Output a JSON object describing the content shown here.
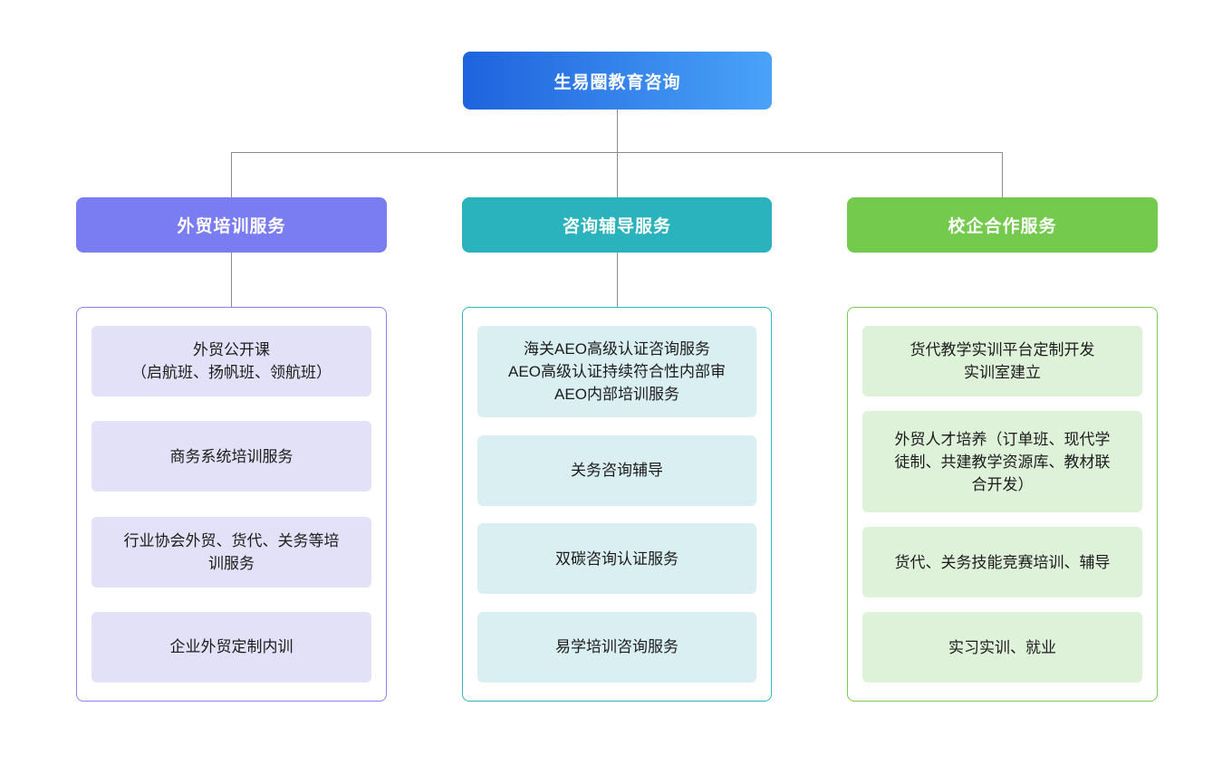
{
  "diagram": {
    "root": {
      "label": "生易圈教育咨询",
      "color_left": "#1e63dd",
      "color_right": "#4aa2f8",
      "text_color": "#ffffff"
    },
    "connector_color": "#878d97",
    "branches": [
      {
        "label": "外贸培训服务",
        "color": "#7a7cf1",
        "border_color": "#8486f2",
        "item_bg": "#e3e1f7",
        "items": [
          "外贸公开课\n（启航班、扬帆班、领航班）",
          "商务系统培训服务",
          "行业协会外贸、货代、关务等培\n训服务",
          "企业外贸定制内训"
        ]
      },
      {
        "label": "咨询辅导服务",
        "color": "#2ab3bc",
        "border_color": "#2fb8c0",
        "item_bg": "#daeff2",
        "items": [
          "海关AEO高级认证咨询服务\nAEO高级认证持续符合性内部审\nAEO内部培训服务",
          "关务咨询辅导",
          "双碳咨询认证服务",
          "易学培训咨询服务"
        ]
      },
      {
        "label": "校企合作服务",
        "color": "#74ca4d",
        "border_color": "#7ccb54",
        "item_bg": "#def1d9",
        "items": [
          "货代教学实训平台定制开发\n实训室建立",
          "外贸人才培养（订单班、现代学\n徒制、共建教学资源库、教材联\n合开发）",
          "货代、关务技能竞赛培训、辅导",
          "实习实训、就业"
        ]
      }
    ]
  }
}
